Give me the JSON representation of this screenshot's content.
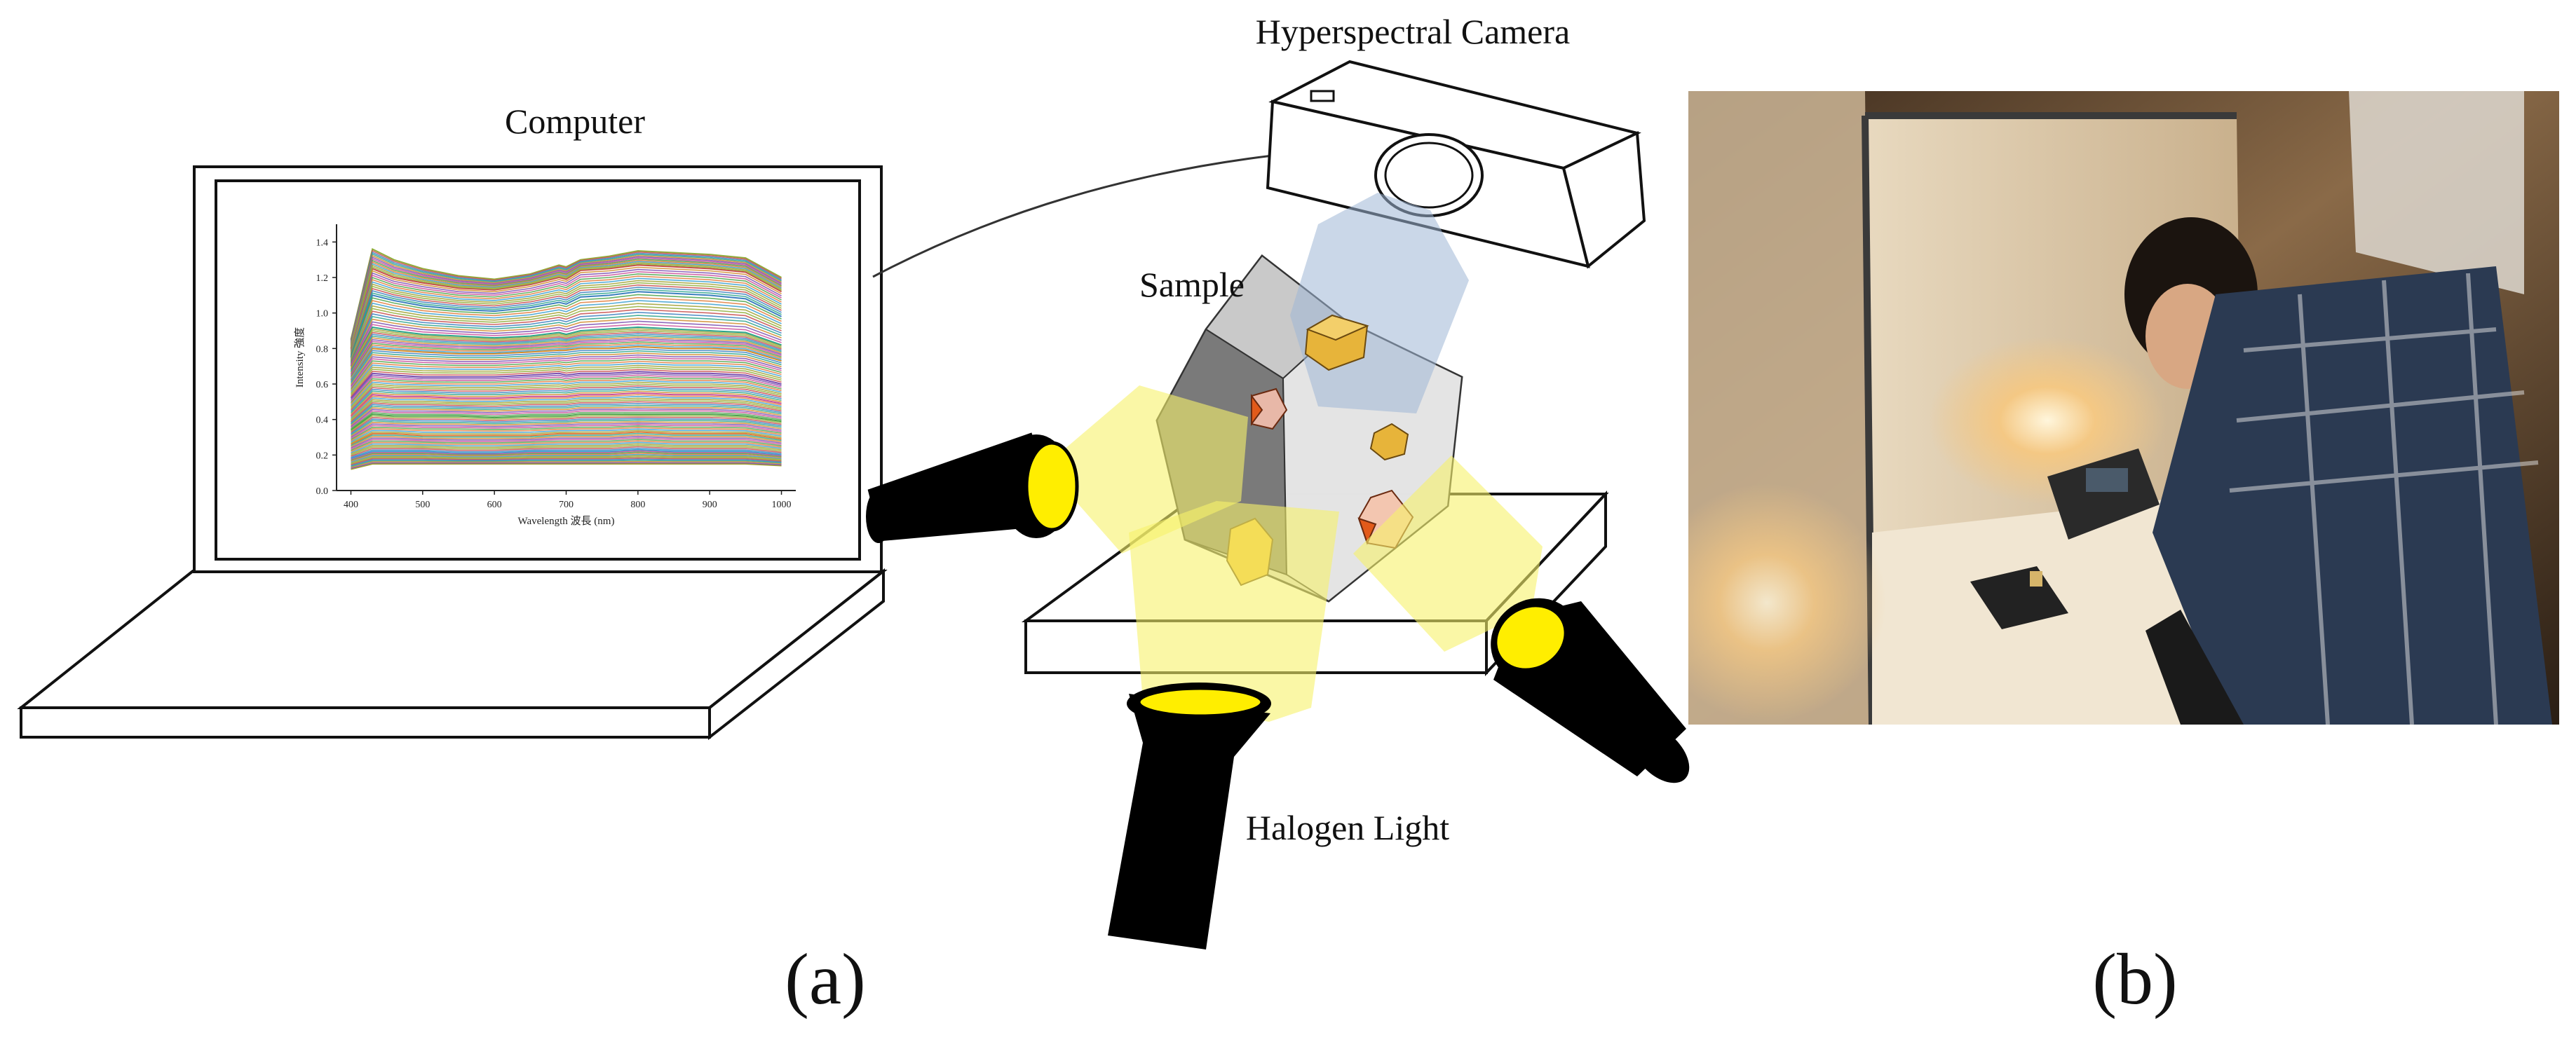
{
  "labels": {
    "computer": "Computer",
    "camera": "Hyperspectral  Camera",
    "sample": "Sample",
    "halogen": "Halogen Light",
    "panel_a": "(a)",
    "panel_b": "(b)"
  },
  "screen_chart": {
    "xlabel": "Wavelength 波長 (nm)",
    "ylabel": "Intensity 強度",
    "xticks": [
      "400",
      "500",
      "600",
      "700",
      "800",
      "900",
      "1000"
    ],
    "yticks": [
      "0.0",
      "0.2",
      "0.4",
      "0.6",
      "0.8",
      "1.0",
      "1.2",
      "1.4"
    ]
  },
  "colors": {
    "light_beam": "#f7f26a",
    "camera_beam": "#9fb7d6",
    "crystal_orange": "#e7a52a",
    "lamp_lens": "#ffee00"
  },
  "chart_data": {
    "type": "line",
    "title": "",
    "xlabel": "Wavelength 波長 (nm)",
    "ylabel": "Intensity 強度",
    "xlim": [
      380,
      1020
    ],
    "ylim": [
      0,
      1.5
    ],
    "x": [
      400,
      430,
      460,
      500,
      550,
      600,
      650,
      690,
      700,
      720,
      760,
      800,
      850,
      900,
      950,
      1000
    ],
    "series": [
      {
        "values": [
          0.85,
          1.36,
          1.3,
          1.25,
          1.21,
          1.19,
          1.22,
          1.27,
          1.26,
          1.3,
          1.32,
          1.35,
          1.34,
          1.33,
          1.31,
          1.2
        ]
      },
      {
        "values": [
          0.8,
          1.25,
          1.2,
          1.17,
          1.14,
          1.13,
          1.16,
          1.2,
          1.19,
          1.24,
          1.25,
          1.27,
          1.26,
          1.25,
          1.23,
          1.12
        ]
      },
      {
        "values": [
          0.75,
          1.1,
          1.07,
          1.04,
          1.02,
          1.01,
          1.03,
          1.06,
          1.05,
          1.09,
          1.1,
          1.12,
          1.11,
          1.1,
          1.08,
          0.98
        ]
      },
      {
        "values": [
          0.7,
          0.92,
          0.9,
          0.88,
          0.87,
          0.86,
          0.87,
          0.89,
          0.88,
          0.9,
          0.91,
          0.92,
          0.91,
          0.9,
          0.89,
          0.82
        ]
      },
      {
        "values": [
          0.62,
          0.8,
          0.79,
          0.78,
          0.77,
          0.77,
          0.78,
          0.79,
          0.79,
          0.8,
          0.8,
          0.81,
          0.8,
          0.8,
          0.79,
          0.73
        ]
      },
      {
        "values": [
          0.52,
          0.66,
          0.65,
          0.64,
          0.64,
          0.64,
          0.65,
          0.66,
          0.65,
          0.66,
          0.66,
          0.67,
          0.66,
          0.66,
          0.65,
          0.6
        ]
      },
      {
        "values": [
          0.42,
          0.54,
          0.53,
          0.53,
          0.52,
          0.52,
          0.53,
          0.53,
          0.53,
          0.54,
          0.54,
          0.55,
          0.54,
          0.54,
          0.53,
          0.49
        ]
      },
      {
        "values": [
          0.34,
          0.43,
          0.42,
          0.42,
          0.42,
          0.41,
          0.42,
          0.42,
          0.42,
          0.43,
          0.43,
          0.43,
          0.43,
          0.43,
          0.42,
          0.39
        ]
      },
      {
        "values": [
          0.26,
          0.32,
          0.32,
          0.31,
          0.31,
          0.31,
          0.31,
          0.32,
          0.32,
          0.32,
          0.32,
          0.33,
          0.32,
          0.32,
          0.32,
          0.29
        ]
      },
      {
        "values": [
          0.18,
          0.22,
          0.22,
          0.22,
          0.21,
          0.21,
          0.22,
          0.22,
          0.22,
          0.22,
          0.22,
          0.23,
          0.22,
          0.22,
          0.22,
          0.2
        ]
      },
      {
        "values": [
          0.12,
          0.15,
          0.15,
          0.15,
          0.15,
          0.15,
          0.15,
          0.15,
          0.15,
          0.15,
          0.15,
          0.15,
          0.15,
          0.15,
          0.15,
          0.14
        ]
      }
    ]
  }
}
